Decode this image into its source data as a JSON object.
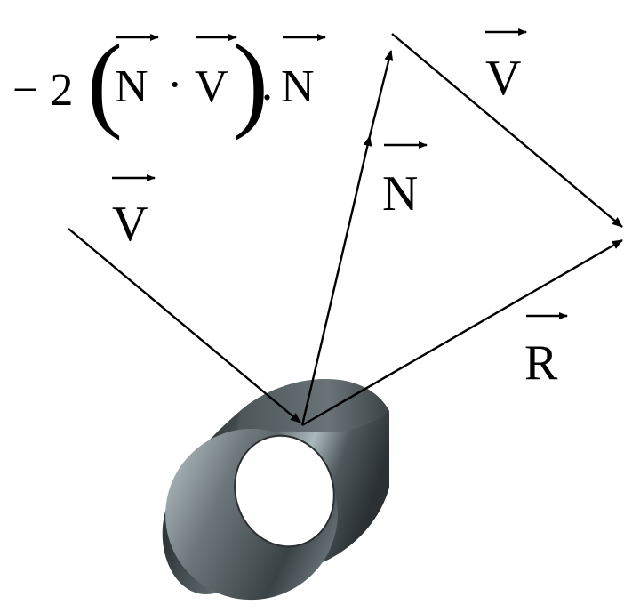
{
  "labels": {
    "incident": "V",
    "normal": "N",
    "reflected": "R",
    "translated_incident": "V",
    "formula": {
      "minus_two": "− 2",
      "left_paren": "(",
      "first": "N",
      "dot": "·",
      "second": "V",
      "right_paren": ")",
      "period": ".",
      "third": "N"
    }
  },
  "colors": {
    "stroke": "#000000",
    "cylinder_dark": "#2c3235",
    "cylinder_mid": "#555d61",
    "cylinder_light": "#b3c0c4"
  },
  "icons": {
    "vector_arrow": "right-arrow-over-letter",
    "surface": "hollow-cylinder"
  }
}
